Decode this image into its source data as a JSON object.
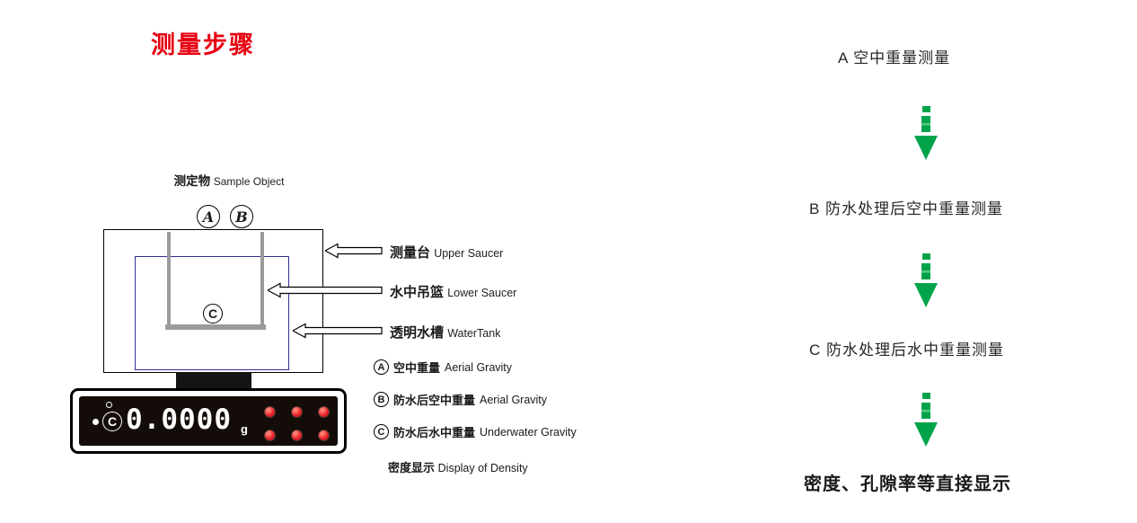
{
  "page": {
    "title": "测量步骤"
  },
  "device": {
    "sample": {
      "zh": "测定物",
      "en": "Sample Object"
    },
    "markers": {
      "a": "A",
      "b": "B",
      "c": "C"
    },
    "display": {
      "marker": "C",
      "value": "0.0000",
      "unit": "g"
    }
  },
  "callouts": [
    {
      "zh": "测量台",
      "en": "Upper Saucer"
    },
    {
      "zh": "水中吊篮",
      "en": "Lower Saucer"
    },
    {
      "zh": "透明水槽",
      "en": "WaterTank"
    }
  ],
  "legend": [
    {
      "marker": "A",
      "zh": "空中重量",
      "en": "Aerial Gravity"
    },
    {
      "marker": "B",
      "zh": "防水后空中重量",
      "en": "Aerial Gravity"
    },
    {
      "marker": "C",
      "zh": "防水后水中重量",
      "en": "Underwater Gravity"
    }
  ],
  "density": {
    "zh": "密度显示",
    "en": "Display of Density"
  },
  "flow": {
    "step_a": "A 空中重量测量",
    "step_b": "B 防水处理后空中重量测量",
    "step_c": "C 防水处理后水中重量测量",
    "result": "密度、孔隙率等直接显示"
  },
  "colors": {
    "title": "#e60012",
    "arrow": "#00a34a",
    "tank": "#2e3192",
    "saucer": "#9b9b9b",
    "led": "#e8232a"
  }
}
